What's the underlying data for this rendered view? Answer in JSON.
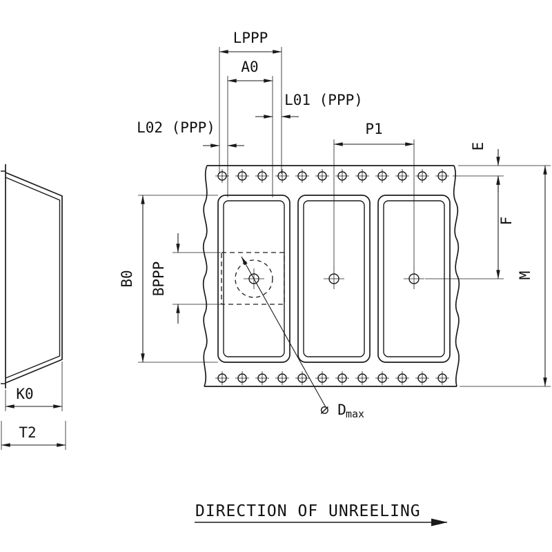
{
  "labels": {
    "lppp": "LPPP",
    "a0": "A0",
    "l01": "L01 (PPP)",
    "l02": "L02 (PPP)",
    "p1": "P1",
    "e": "E",
    "f": "F",
    "m": "M",
    "b0": "B0",
    "bppp": "BPPP",
    "k0": "K0",
    "t2": "T2",
    "dmax": "⌀ D",
    "dmax_sub": "max"
  },
  "caption": "DIRECTION OF UNREELING",
  "colors": {
    "line": "#1a1a1a",
    "text": "#111111",
    "background": "#ffffff"
  }
}
